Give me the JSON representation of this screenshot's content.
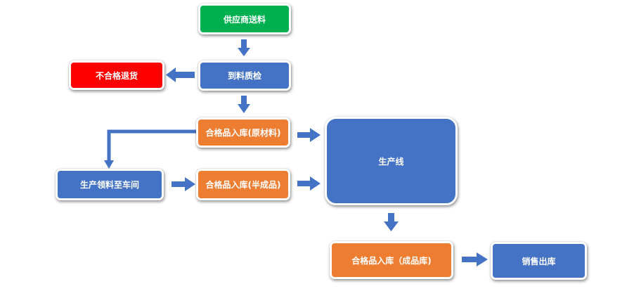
{
  "nodes": {
    "supplier_delivery": "供应商送料",
    "incoming_inspection": "到料质检",
    "reject_return": "不合格退货",
    "raw_material_stock_in": "合格品入库(原材料)",
    "material_issue_to_workshop": "生产领料至车间",
    "semi_finished_stock_in": "合格品入库(半成品)",
    "production_line": "生产线",
    "finished_goods_stock_in": "合格品入库（成品库)",
    "sales_outbound": "销售出库"
  },
  "colors": {
    "process": "#4472c4",
    "start": "#00b050",
    "reject": "#ff0000",
    "storage": "#ed7d31",
    "arrow": "#4472c4"
  }
}
